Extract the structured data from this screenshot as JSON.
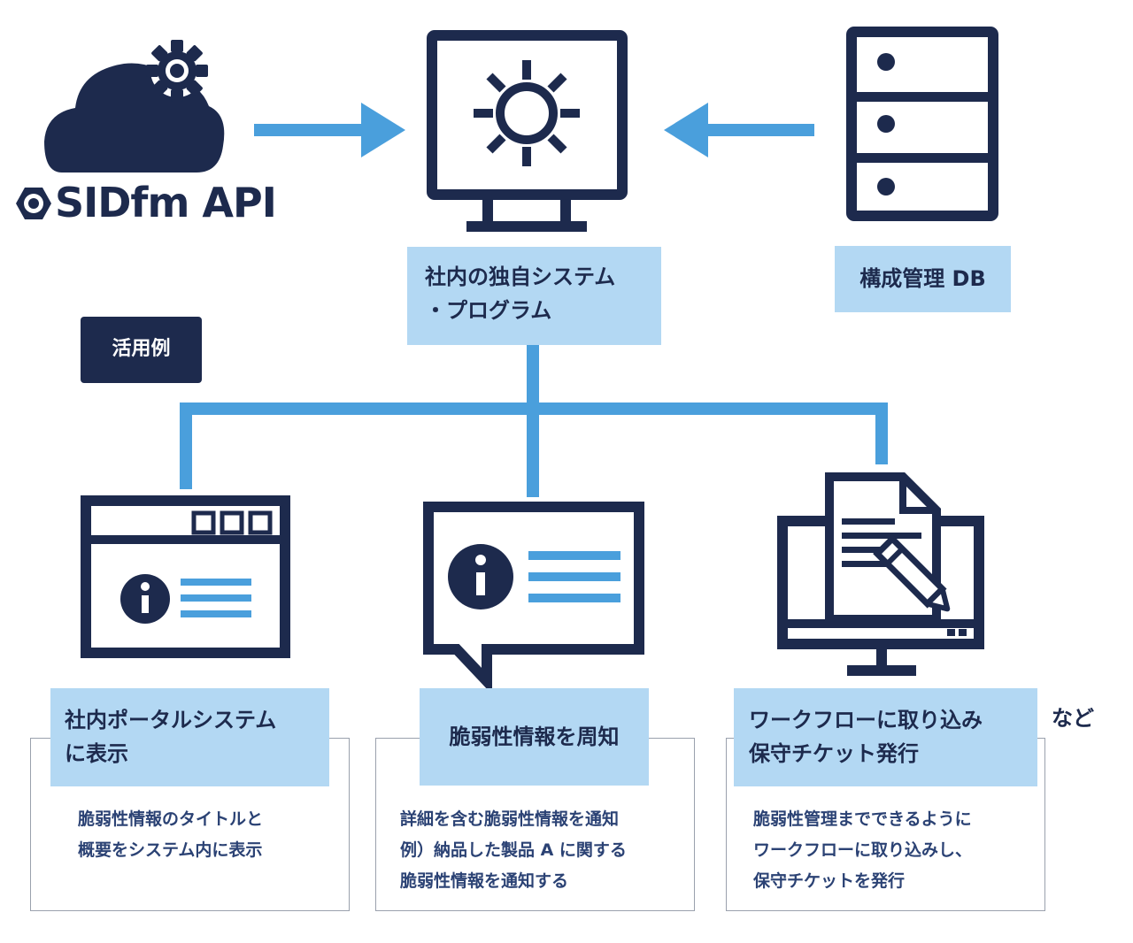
{
  "colors": {
    "navy": "#1d2a4d",
    "light_blue": "#b3d8f3",
    "arrow_blue": "#4a9fdc",
    "desc_text": "#2b4274"
  },
  "sources": {
    "api": {
      "logo_text": "SIDfm API",
      "icon": "cloud-gear-icon"
    },
    "db": {
      "icon": "server-rack-icon"
    }
  },
  "center": {
    "icon": "monitor-gear-icon",
    "label_line1": "社内の独自システム",
    "label_line2": "・プログラム"
  },
  "db_label": "構成管理 DB",
  "usage_tag": "活用例",
  "use_cases": [
    {
      "icon": "browser-window-info-icon",
      "title_line1": "社内ポータルシステム",
      "title_line2": "に表示",
      "desc_lines": [
        "脆弱性情報のタイトルと",
        "概要をシステム内に表示"
      ]
    },
    {
      "icon": "speech-bubble-info-icon",
      "title_line1": "脆弱性情報を周知",
      "title_line2": "",
      "desc_lines": [
        "詳細を含む脆弱性情報を通知",
        "例）納品した製品 A に関する",
        "脆弱性情報を通知する"
      ]
    },
    {
      "icon": "monitor-document-pen-icon",
      "title_line1": "ワークフローに取り込み",
      "title_line2": "保守チケット発行",
      "desc_lines": [
        "脆弱性管理までできるように",
        "ワークフローに取り込みし、",
        "保守チケットを発行"
      ]
    }
  ],
  "etc_label": "など"
}
